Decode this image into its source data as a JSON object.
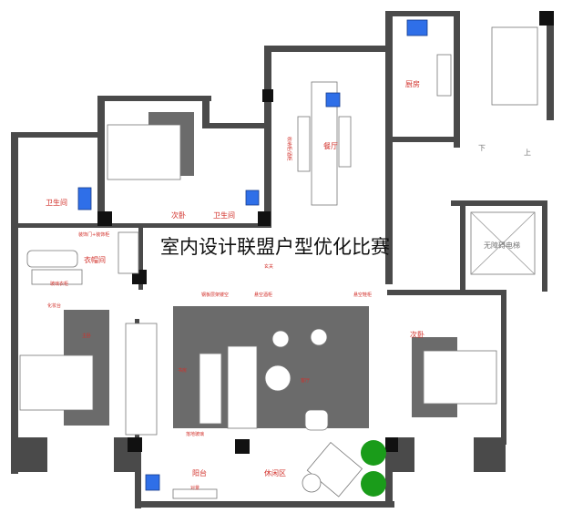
{
  "title": "室内设计联盟户型优化比赛",
  "rooms": {
    "bath_left": "卫生间",
    "bedroom_small": "次卧",
    "bath_mid": "卫生间",
    "closet": "衣帽间",
    "foyer": "玄关",
    "dining": "餐厅",
    "kitchen": "厨房",
    "stairs_down": "下",
    "stairs_up": "上",
    "elevator": "无障碍电梯",
    "bedroom_right": "次卧",
    "balcony": "阳台",
    "leisure": "休闲区"
  },
  "notes": {
    "closet_door": "装饰门+装饰柜",
    "glass_wardrobe": "玻璃衣柜",
    "vanity": "化妆台",
    "master": "主卧",
    "study": "书房",
    "living": "客厅",
    "window": "落地玻璃",
    "view": "对景",
    "steel_shelf": "钢板层架镂空",
    "wine_cabinet": "悬空酒柜",
    "shoe_cabinet": "悬空鞋柜",
    "storage": "收纳柜/酒柜"
  },
  "colors": {
    "label": "#d2302a",
    "wall": "#4a4a4a",
    "rug": "#6b6b6b",
    "fixture": "#2f6fe8",
    "plant": "#1a9c1a"
  }
}
